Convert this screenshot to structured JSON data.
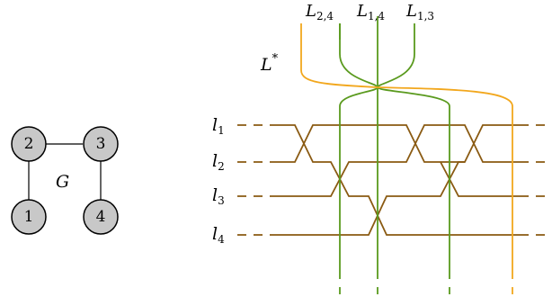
{
  "graph": {
    "label": "G",
    "nodes": [
      {
        "id": "2",
        "label": "2"
      },
      {
        "id": "3",
        "label": "3"
      },
      {
        "id": "1",
        "label": "1"
      },
      {
        "id": "4",
        "label": "4"
      }
    ],
    "edges": [
      [
        "2",
        "3"
      ],
      [
        "2",
        "1"
      ],
      [
        "3",
        "4"
      ]
    ],
    "node_fill": "#c8c8c8"
  },
  "lines": {
    "horizontal": [
      {
        "base": "l",
        "sub": "1"
      },
      {
        "base": "l",
        "sub": "2"
      },
      {
        "base": "l",
        "sub": "3"
      },
      {
        "base": "l",
        "sub": "4"
      }
    ],
    "vertical": [
      {
        "base": "L",
        "sub": "2,4"
      },
      {
        "base": "L",
        "sub": "1,4"
      },
      {
        "base": "L",
        "sub": "1,3"
      }
    ],
    "special": {
      "base": "L",
      "sup": "*"
    }
  },
  "colors": {
    "horizontal_lines": "#8a5a12",
    "vertical_lines": "#5a9a1e",
    "special_line": "#f2a71d"
  }
}
